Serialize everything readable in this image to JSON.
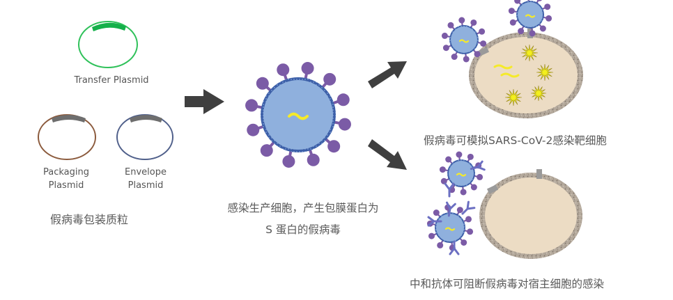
{
  "plasmids": {
    "transfer": "Transfer Plasmid",
    "packaging_line1": "Packaging",
    "packaging_line2": "Plasmid",
    "envelope_line1": "Envelope",
    "envelope_line2": "Plasmid"
  },
  "captions": {
    "pseudovirus_packaging": "假病毒包装质粒",
    "infection_line1": "感染生产细胞，产生包膜蛋白为",
    "infection_line2": "S 蛋白的假病毒",
    "mimic_infection": "假病毒可模拟SARS-CoV-2感染靶细胞",
    "antibody_block": "中和抗体可阻断假病毒对宿主细胞的感染"
  },
  "colors": {
    "transfer_ring": "#2fc15a",
    "transfer_marker": "#15b04a",
    "packaging_ring": "#8b5a3c",
    "envelope_ring": "#4f5f8a",
    "plasmid_marker": "#6e6e6e",
    "arrow": "#3f3f3f",
    "virus_body": "#8fb0dd",
    "virus_edge": "#3c5fa8",
    "spike": "#7b5ba6",
    "rna": "#f5ea2a",
    "cell_fill": "#ecdcc4",
    "cell_membrane": "#a3978b",
    "star": "#f3ef1c",
    "antibody": "#6b6fc2",
    "receptor": "#9a9a9a"
  }
}
